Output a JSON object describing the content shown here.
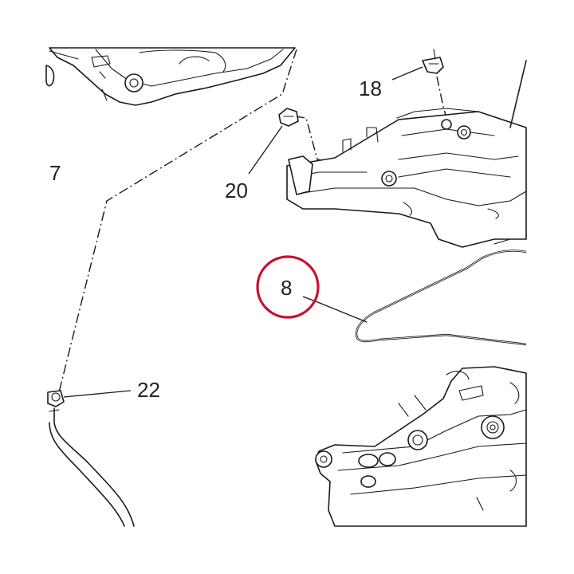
{
  "diagram": {
    "callouts": [
      {
        "id": "7",
        "label": "7"
      },
      {
        "id": "18",
        "label": "18"
      },
      {
        "id": "20",
        "label": "20"
      },
      {
        "id": "8",
        "label": "8"
      },
      {
        "id": "22",
        "label": "22"
      }
    ],
    "highlight": {
      "callout": "8",
      "color": "#c8102e"
    }
  }
}
